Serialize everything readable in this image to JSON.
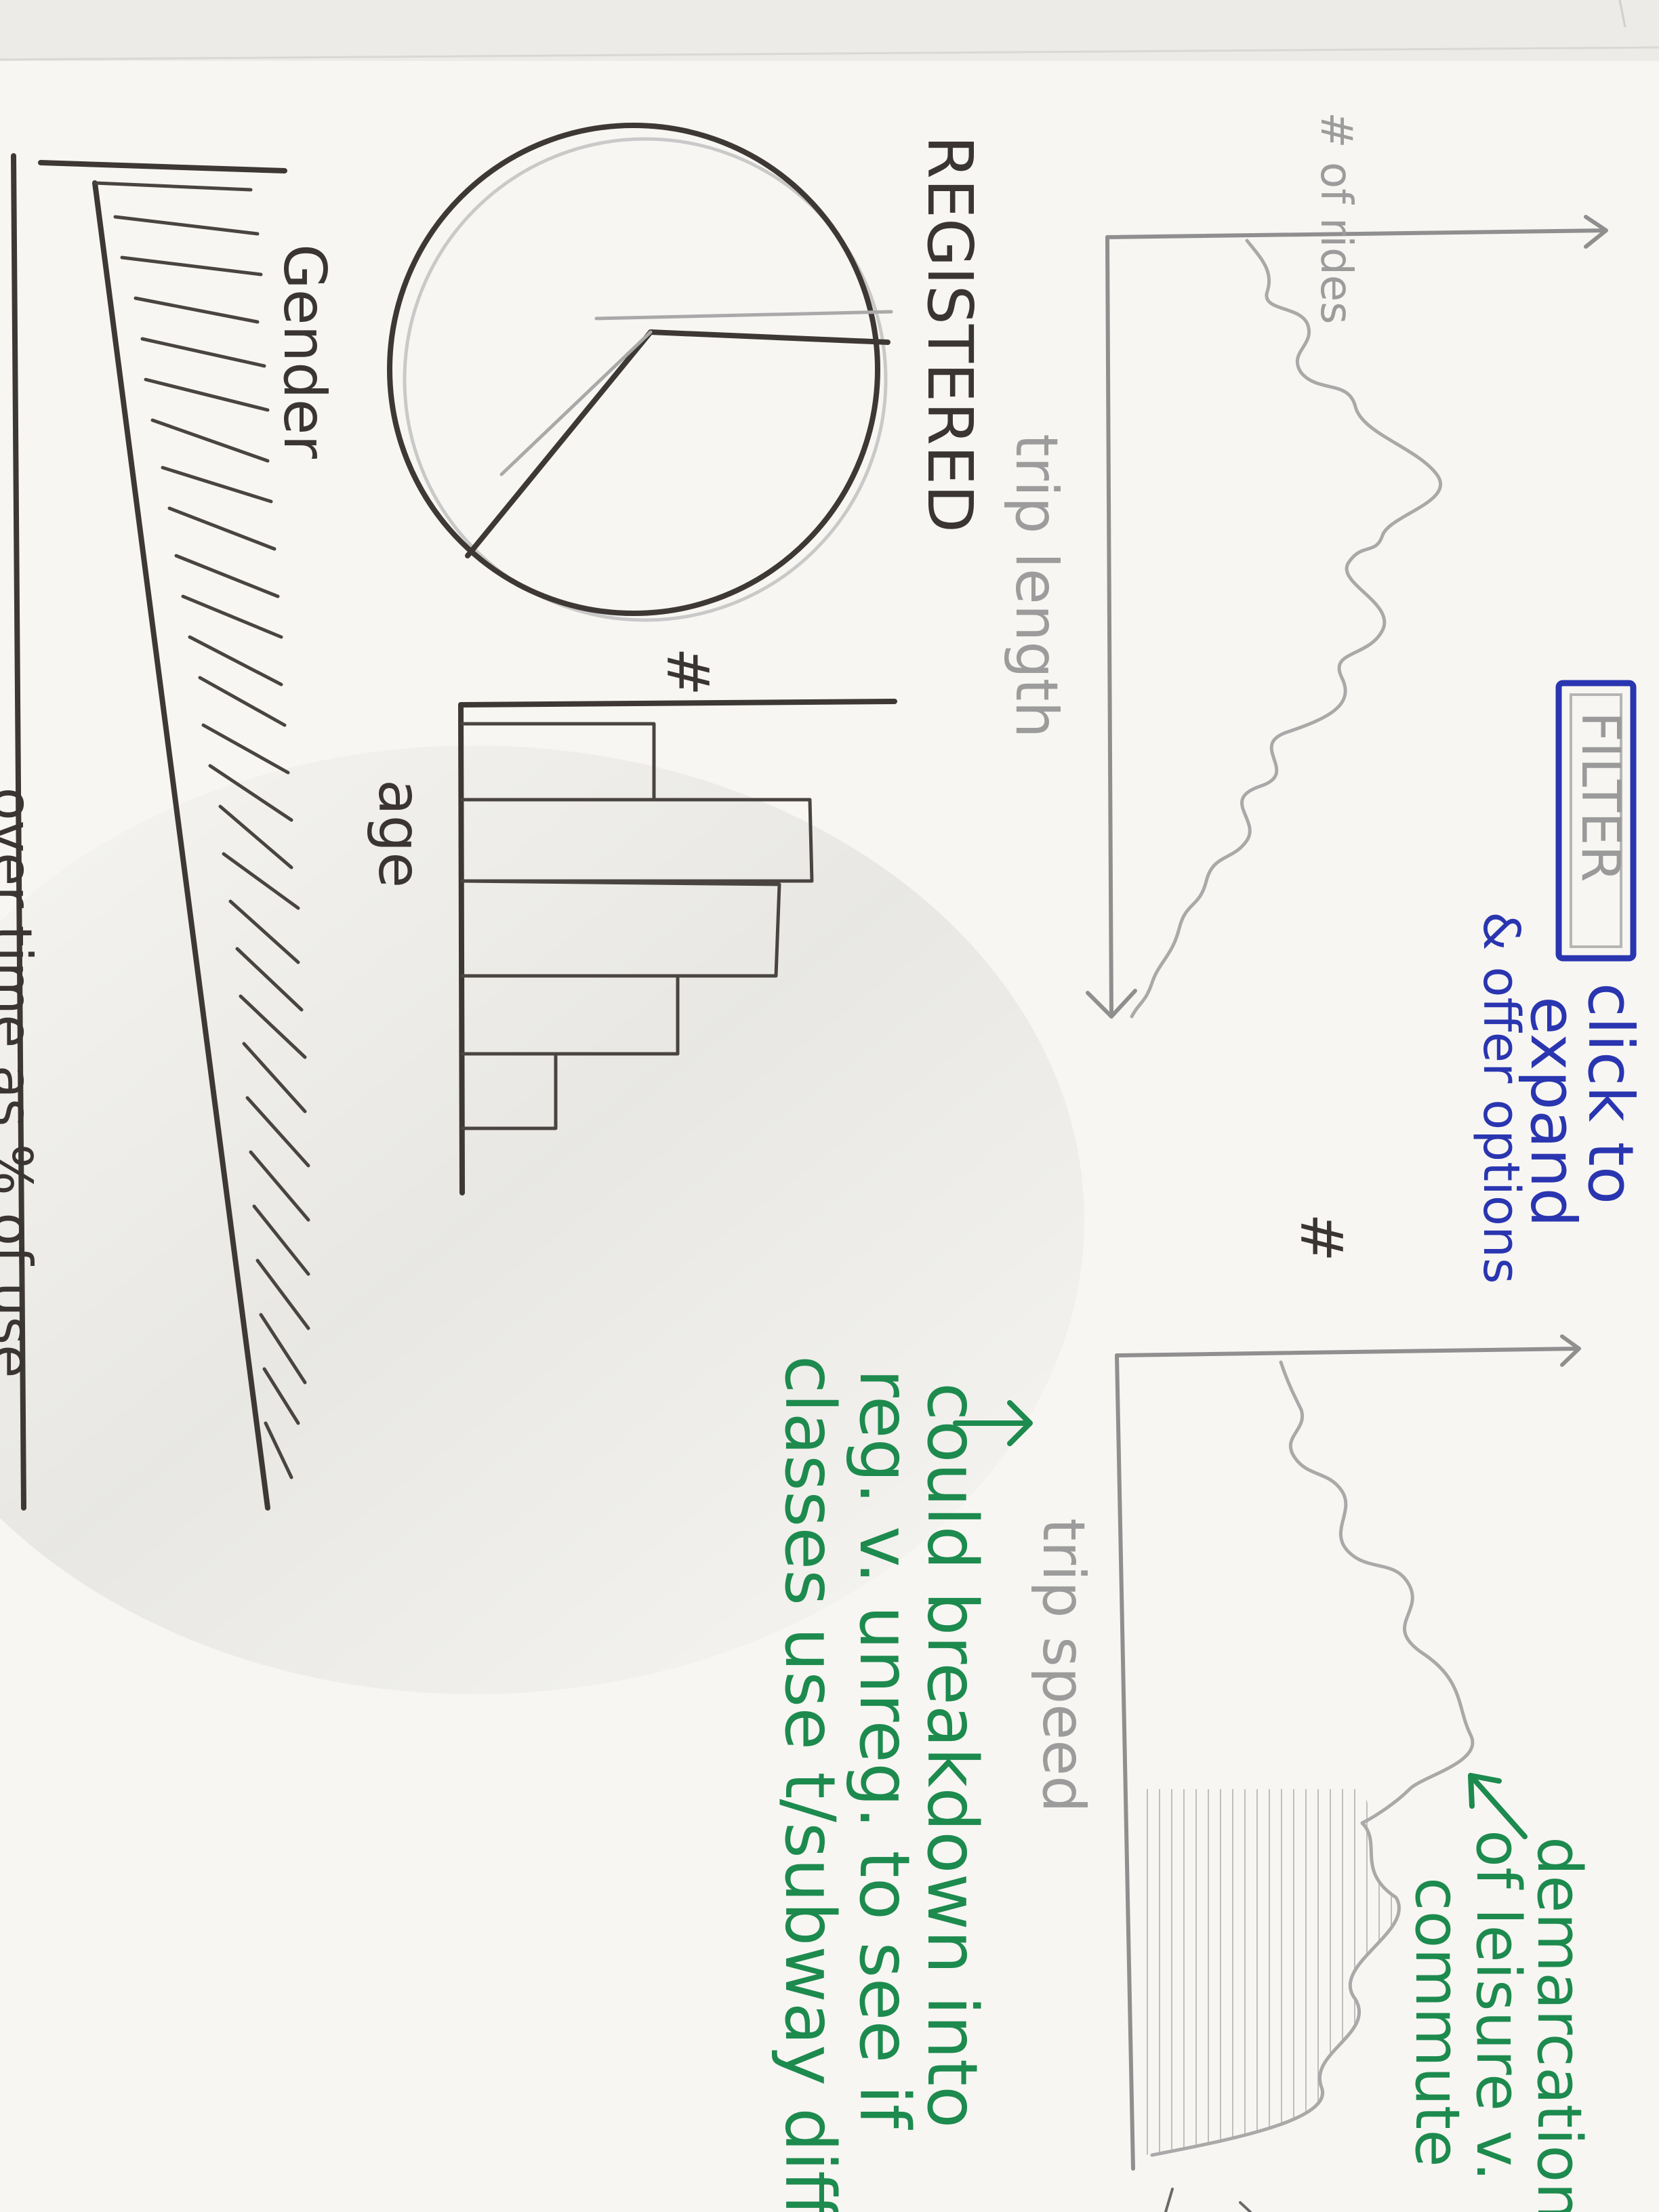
{
  "annotations": {
    "rides_axis_label": "# of rides",
    "trip_length_label": "trip length",
    "filter_button_label": "FILTER",
    "filter_note_line1": "click to",
    "filter_note_line2": "expand",
    "filter_note_line3": "& offer options",
    "speed_count_label": "#",
    "trip_speed_label": "trip speed",
    "demarcation_line1": "demarcation",
    "demarcation_line2": "of leisure v.",
    "demarcation_line3": "commute",
    "breakdown_line1": "could breakdown into",
    "breakdown_line2": "reg. v. unreg. to see if",
    "breakdown_line3": "classes use t/subway diff",
    "registered_label": "REGISTERED",
    "age_count_label": "#",
    "age_label": "age",
    "gender_label": "Gender",
    "usage_caption": "... over time as % of use"
  },
  "colors": {
    "pencil": "#a9a9a9",
    "ink": "#3e3835",
    "blue_ink": "#2a35b0",
    "green_ink": "#1d8a4e",
    "paper": "#f7f6f2"
  },
  "icons": {
    "up_arrow": "up-arrow-icon",
    "curved_arrow": "diagonal-arrow-icon"
  }
}
